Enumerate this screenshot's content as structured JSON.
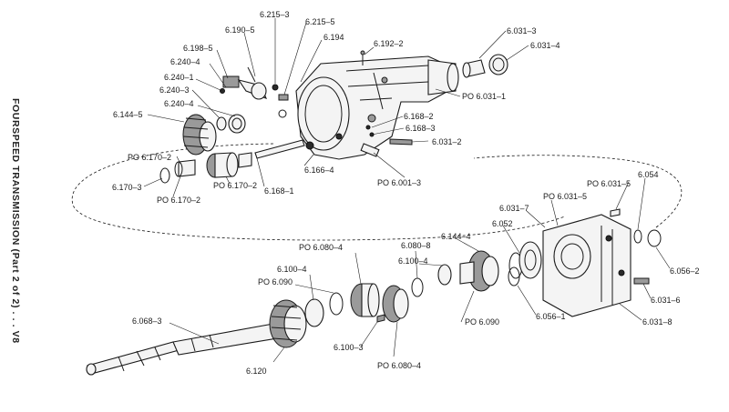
{
  "side_title": "FOURSPEED TRANSMISSION (Part 2 of 2) . . . V8",
  "labels": {
    "l6215_3": "6.215–3",
    "l6215_5": "6.215–5",
    "l6190_5": "6.190–5",
    "l6194": "6.194",
    "l6192_2": "6.192–2",
    "l6031_3": "6.031–3",
    "l6031_4": "6.031–4",
    "l6198_5": "6.198–5",
    "l6240_4a": "6.240–4",
    "l6240_1": "6.240–1",
    "l6240_3": "6.240–3",
    "l6240_4b": "6.240–4",
    "l6144_5": "6.144–5",
    "lpo6031_1": "PO  6.031–1",
    "l6168_2": "6.168–2",
    "l6168_3": "6.168–3",
    "l6031_2": "6.031–2",
    "lpo6170_2a": "PO  6.170–2",
    "l6170_3": "6.170–3",
    "lpo6170_2b": "PO  6.170–2",
    "lpo6170_2c": "PO  6.170–2",
    "l6168_1": "6.168–1",
    "l6166_4": "6.166–4",
    "lpo6001_3": "PO  6.001–3",
    "lpo6031_5a": "PO  6.031–5",
    "lpo6031_5b": "PO  6.031–5",
    "l6054": "6.054",
    "l6031_7": "6.031–7",
    "l6052": "6.052",
    "l6144_4": "6.144–4",
    "lpo6080_4a": "PO  6.080–4",
    "l6080_8": "6.080–8",
    "l6100_4a": "6.100–4",
    "lpo6090a": "PO  6.090",
    "l6100_4b": "6.100–4",
    "l6056_2": "6.056–2",
    "l6031_6": "6.031–6",
    "l6068_3": "6.068–3",
    "lpo6090b": "PO  6.090",
    "l6056_1": "6.056–1",
    "l6031_8": "6.031–8",
    "l6100_3": "6.100–3",
    "lpo6080_4b": "PO  6.080–4",
    "l6120": "6.120"
  }
}
